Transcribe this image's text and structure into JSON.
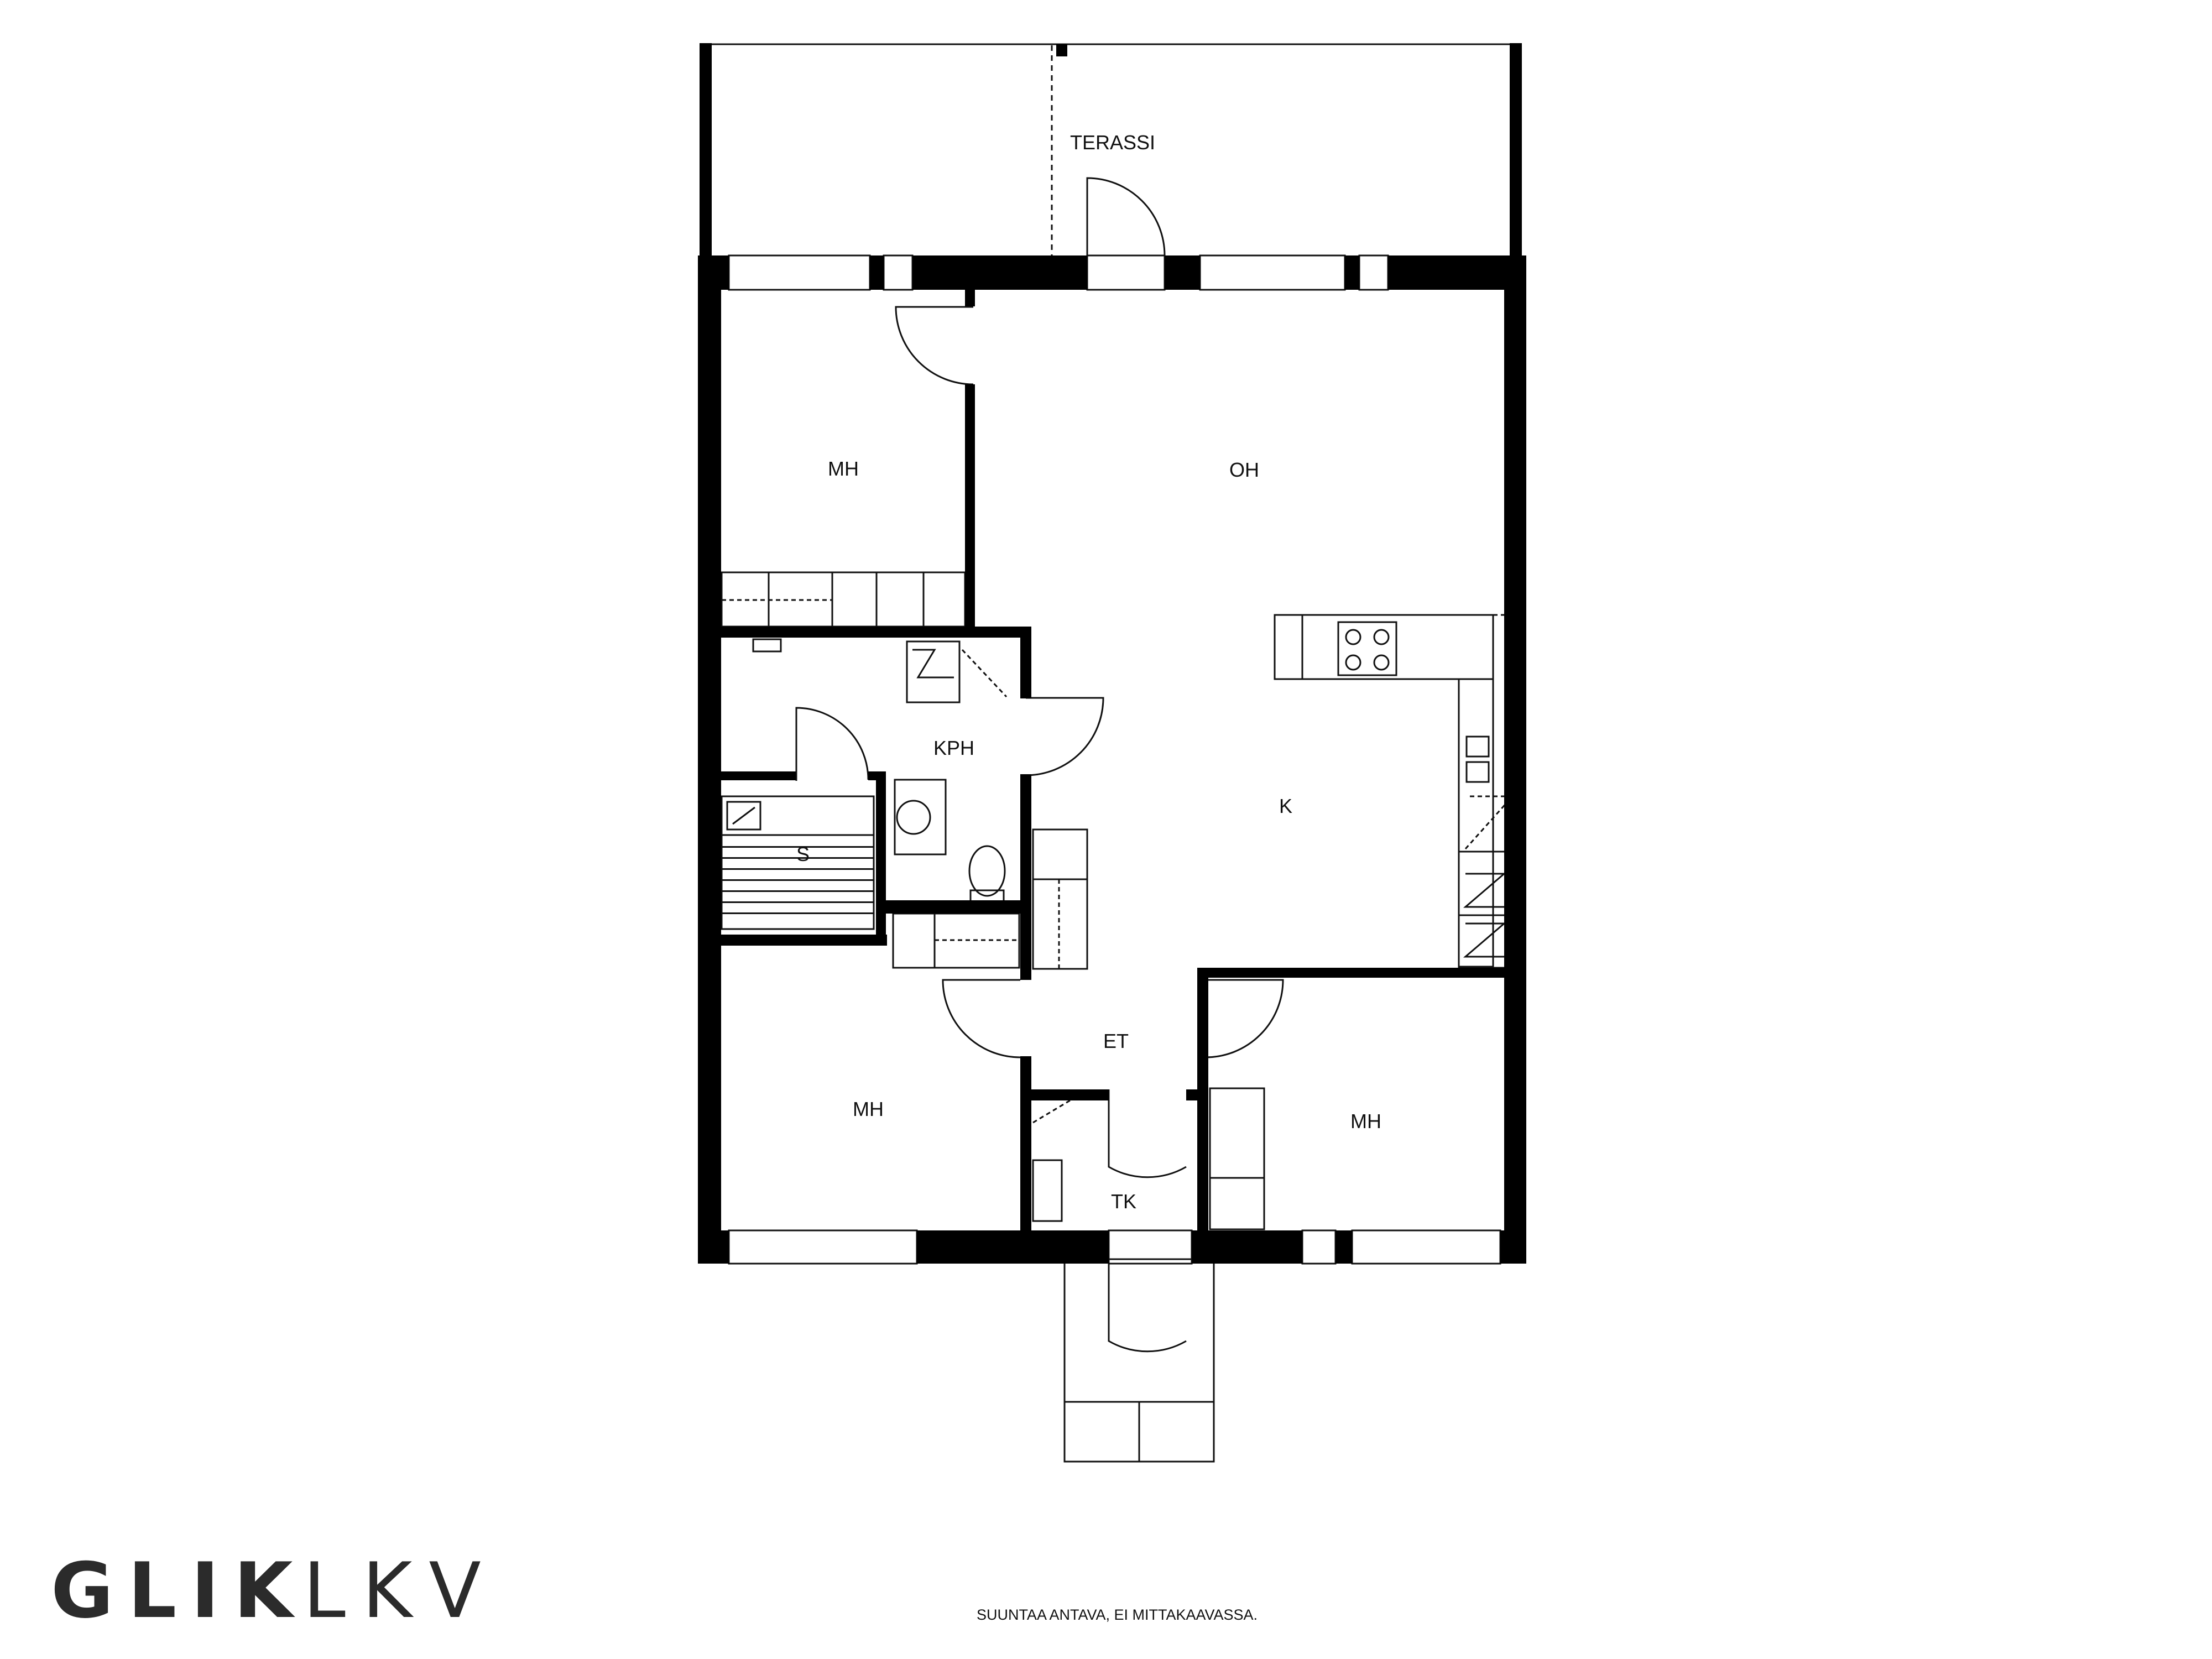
{
  "plan": {
    "rooms": {
      "terrace": "TERASSI",
      "bedroom_top": "MH",
      "living": "OH",
      "bathroom": "KPH",
      "kitchen": "K",
      "sauna": "S",
      "hall": "ET",
      "bedroom_bottom_left": "MH",
      "bedroom_bottom_right": "MH",
      "closet": "TK"
    }
  },
  "footer": {
    "logo_bold": "GLIK",
    "logo_light": "LKV",
    "disclaimer": "SUUNTAA ANTAVA, EI MITTAKAAVASSA."
  },
  "colors": {
    "wall": "#000000",
    "line": "#111111",
    "background": "#ffffff"
  }
}
